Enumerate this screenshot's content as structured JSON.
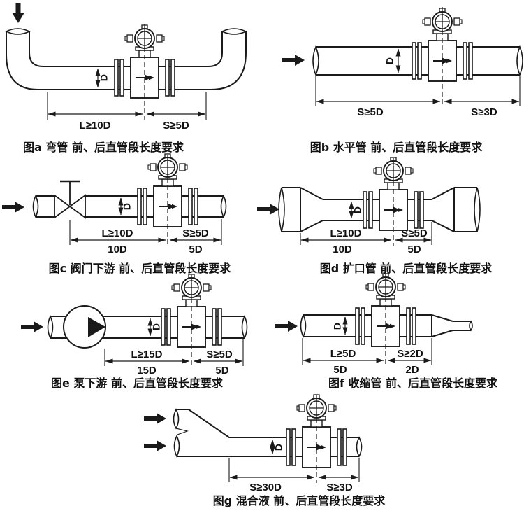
{
  "figure": {
    "background": "#ffffff",
    "line_color": "#1a1a1a",
    "subject": "流量计前、后直管段长度要求示意图"
  },
  "diagrams": {
    "a": {
      "caption": "图a 弯管  前、后直管段长度要求",
      "d_label": "D",
      "dim_left": "L≥10D",
      "dim_right": "S≥5D"
    },
    "b": {
      "caption": "图b 水平管 前、后直管段长度要求",
      "d_label": "D",
      "dim_left": "S≥5D",
      "dim_right": "S≥3D"
    },
    "c": {
      "caption": "图c 阀门下游   前、后直管段长度要求",
      "d_label": "D",
      "dim_left": "L≥10D",
      "dim_left_below": "10D",
      "dim_right": "S≥5D",
      "dim_right_below": "5D"
    },
    "d": {
      "caption": "图d 扩口管  前、后直管段长度要求",
      "d_label": "D",
      "dim_left": "L≥10D",
      "dim_left_below": "10D",
      "dim_right": "S≥5D",
      "dim_right_below": "5D"
    },
    "e": {
      "caption": "图e 泵下游   前、后直管段长度要求",
      "d_label": "D",
      "dim_left": "L≥15D",
      "dim_left_below": "15D",
      "dim_right": "S≥5D",
      "dim_right_below": "5D"
    },
    "f": {
      "caption": "图f 收缩管  前、后直管段长度要求",
      "d_label": "D",
      "dim_left": "L≥5D",
      "dim_left_below": "5D",
      "dim_right": "S≥2D",
      "dim_right_below": "2D"
    },
    "g": {
      "caption": "图g 混合液  前、后直管段长度要求",
      "d_label": "D",
      "dim_left": "S≥30D",
      "dim_right": "S≥3D"
    }
  }
}
